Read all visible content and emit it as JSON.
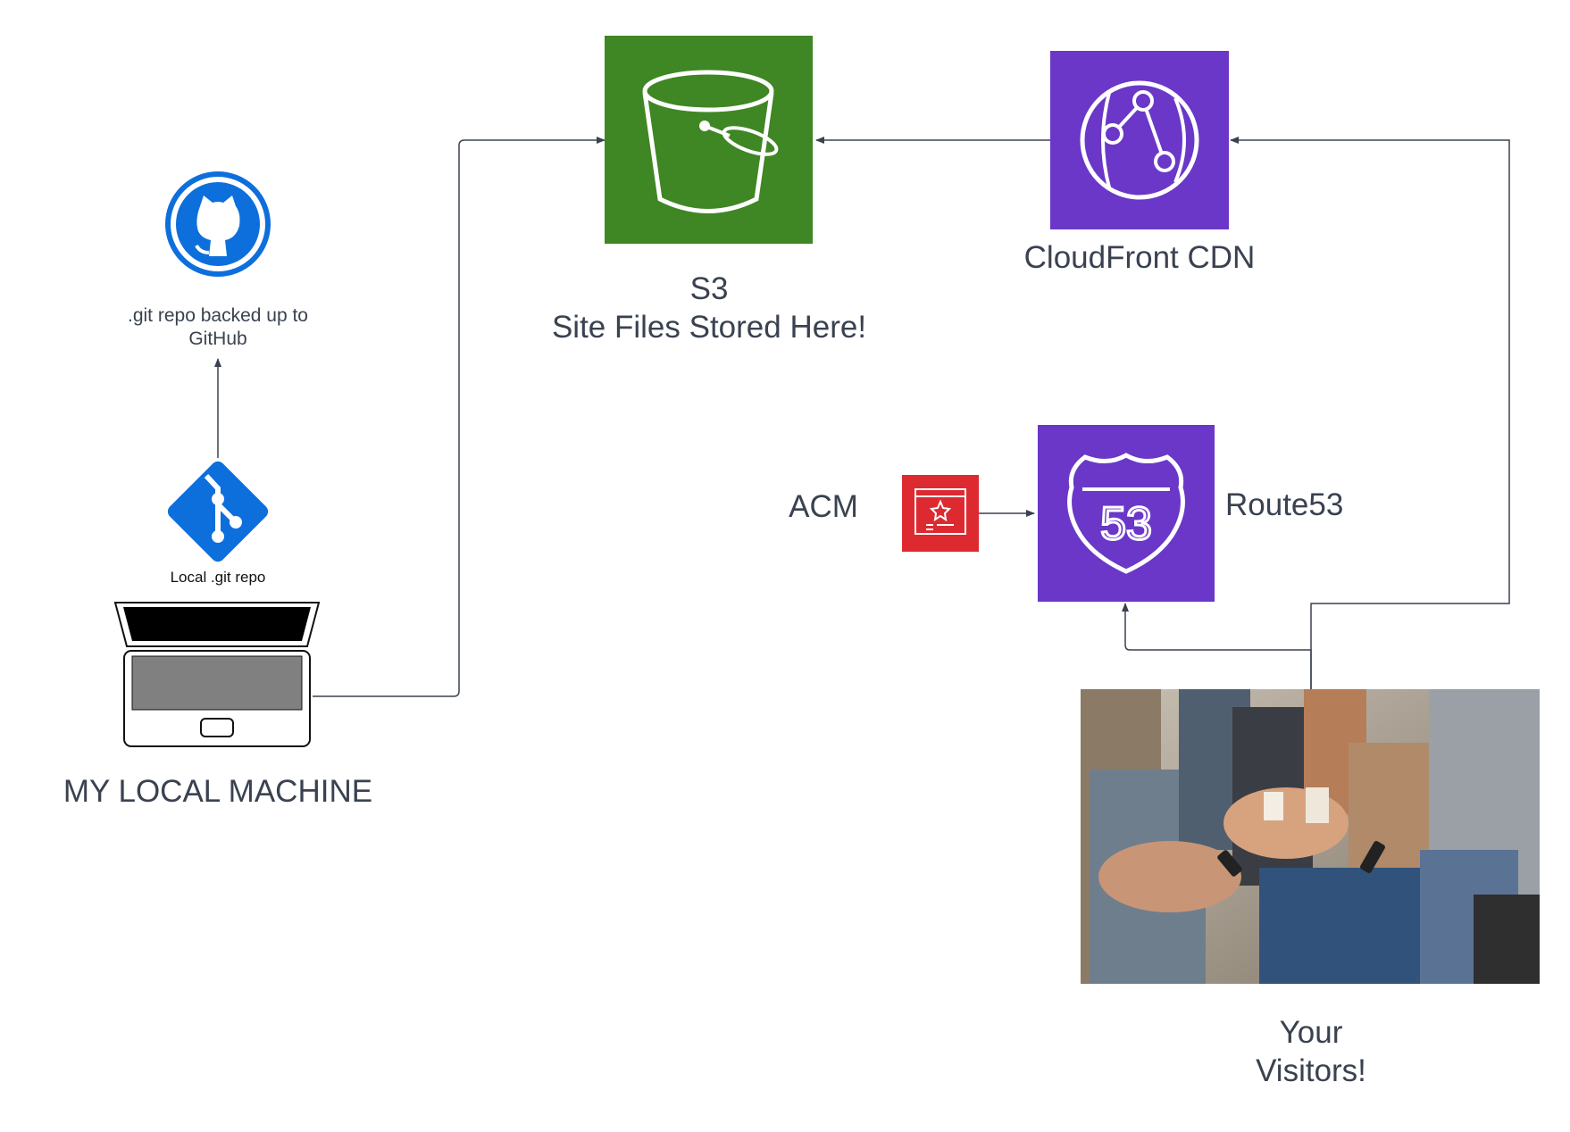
{
  "labels": {
    "github": [
      ".git repo backed up to",
      "GitHub"
    ],
    "local_repo": "Local .git repo",
    "machine": "MY LOCAL MACHINE",
    "s3": [
      "S3",
      "Site Files Stored Here!"
    ],
    "cloudfront": "CloudFront CDN",
    "acm": "ACM",
    "route53": "Route53",
    "visitors": [
      "Your",
      "Visitors!"
    ],
    "route53_badge": "53"
  },
  "colors": {
    "s3": "#3f8624",
    "cloudfront": "#6a37c8",
    "route53": "#6a37c8",
    "acm": "#dd2a31",
    "github": "#0d6fdc",
    "git": "#0d6fdc",
    "line": "#3a4250"
  },
  "icons": {
    "github": "github-icon",
    "git": "git-icon",
    "laptop": "laptop-icon",
    "s3": "bucket-icon",
    "cloudfront": "cloudfront-globe-icon",
    "acm": "certificate-icon",
    "route53": "route53-shield-icon"
  }
}
